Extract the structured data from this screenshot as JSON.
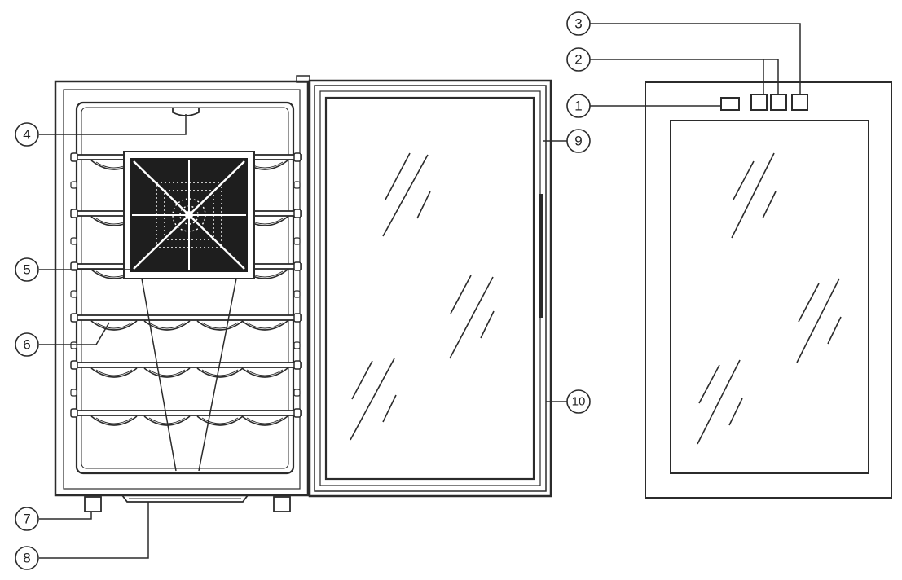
{
  "diagram": {
    "callouts": [
      {
        "id": "1",
        "label": "1"
      },
      {
        "id": "2",
        "label": "2"
      },
      {
        "id": "3",
        "label": "3"
      },
      {
        "id": "4",
        "label": "4"
      },
      {
        "id": "5",
        "label": "5"
      },
      {
        "id": "6",
        "label": "6"
      },
      {
        "id": "7",
        "label": "7"
      },
      {
        "id": "8",
        "label": "8"
      },
      {
        "id": "9",
        "label": "9"
      },
      {
        "id": "10",
        "label": "10"
      }
    ],
    "colors": {
      "line": "#2b2b2b",
      "fan_dark": "#1e1e1e",
      "background": "#ffffff"
    }
  }
}
